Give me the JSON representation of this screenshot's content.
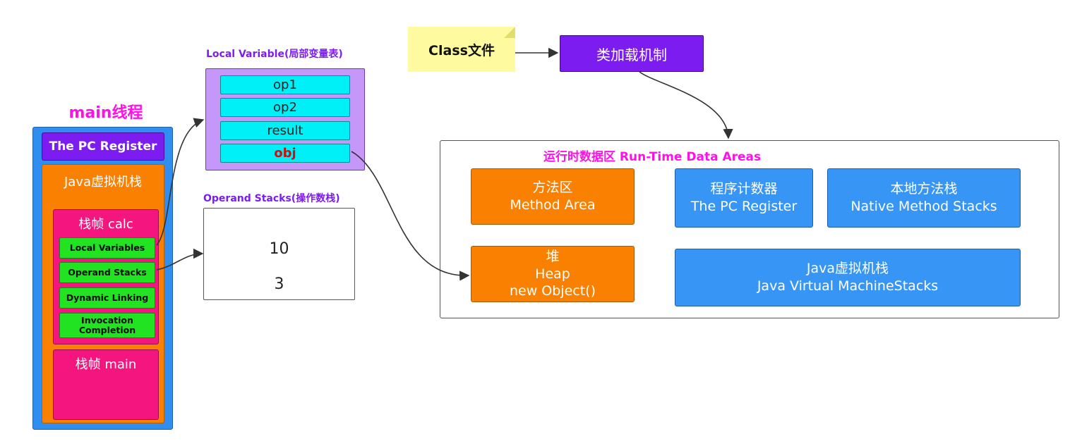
{
  "thread": {
    "title": "main线程",
    "pc_register": "The PC Register",
    "jvm_stack_title": "Java虚拟机栈",
    "frame_calc": {
      "title": "栈帧  calc",
      "items": [
        "Local Variables",
        "Operand Stacks",
        "Dynamic Linking",
        "Invocation Completion"
      ]
    },
    "frame_main": {
      "title": "栈帧  main"
    }
  },
  "local_variable": {
    "title": "Local Variable(局部变量表)",
    "slots": [
      "op1",
      "op2",
      "result",
      "obj"
    ]
  },
  "operand_stacks": {
    "title": "Operand Stacks(操作数栈)",
    "values": [
      "10",
      "3"
    ]
  },
  "class_file": {
    "label": "Class文件"
  },
  "class_loading": {
    "label": "类加载机制"
  },
  "runtime_data_areas": {
    "title": "运行时数据区 Run-Time Data Areas",
    "method_area": {
      "zh": "方法区",
      "en": "Method Area"
    },
    "pc_register": {
      "zh": "程序计数器",
      "en": "The PC Register"
    },
    "native_stacks": {
      "zh": "本地方法栈",
      "en": "Native Method Stacks"
    },
    "heap": {
      "zh": "堆",
      "en": "Heap",
      "extra": "new Object()"
    },
    "jvm_stacks": {
      "zh": "Java虚拟机栈",
      "en": "Java Virtual MachineStacks"
    }
  },
  "colors": {
    "thread_title": "#ff10e8",
    "thread_bg": "#2f8ef0",
    "pc_register_bg": "#7c1cf0",
    "jvm_stack_bg": "#f98000",
    "frame_bg": "#f5157f",
    "frame_item_bg": "#22e322",
    "local_var_bg": "#c497f8",
    "slot_bg": "#00f0f8",
    "obj_text": "#cc1010",
    "note_bg": "#fdfaa0",
    "area_orange": "#f98000",
    "area_blue": "#3796f5"
  }
}
